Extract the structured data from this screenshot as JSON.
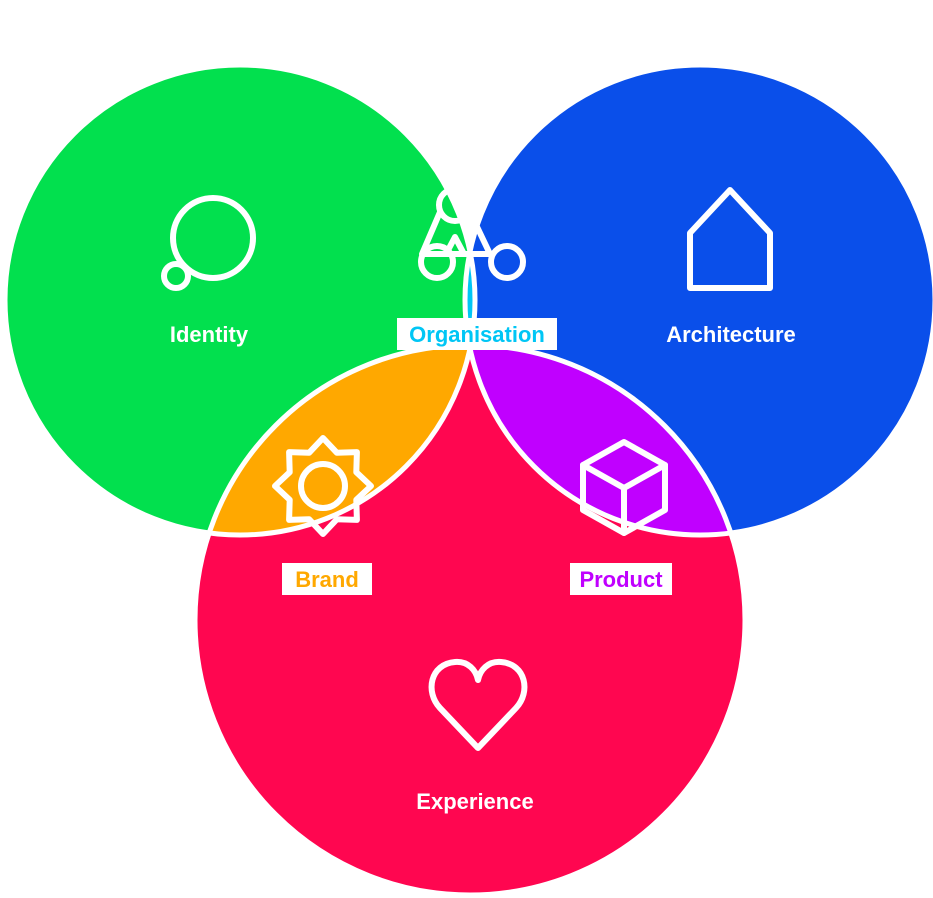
{
  "circles": {
    "identity": {
      "label": "Identity",
      "color": "#02E04E",
      "icon": "thought-bubble-icon"
    },
    "architecture": {
      "label": "Architecture",
      "color": "#0A4FEA",
      "icon": "house-icon"
    },
    "experience": {
      "label": "Experience",
      "color": "#FF0650",
      "icon": "heart-icon"
    }
  },
  "overlaps": {
    "organisation": {
      "label": "Organisation",
      "color": "#00C6F5",
      "icon": "network-triangle-icon"
    },
    "brand": {
      "label": "Brand",
      "color": "#FFA800",
      "icon": "sun-badge-icon"
    },
    "product": {
      "label": "Product",
      "color": "#C000FF",
      "icon": "cube-icon"
    }
  },
  "center": {
    "color": "#FFFFFF"
  }
}
